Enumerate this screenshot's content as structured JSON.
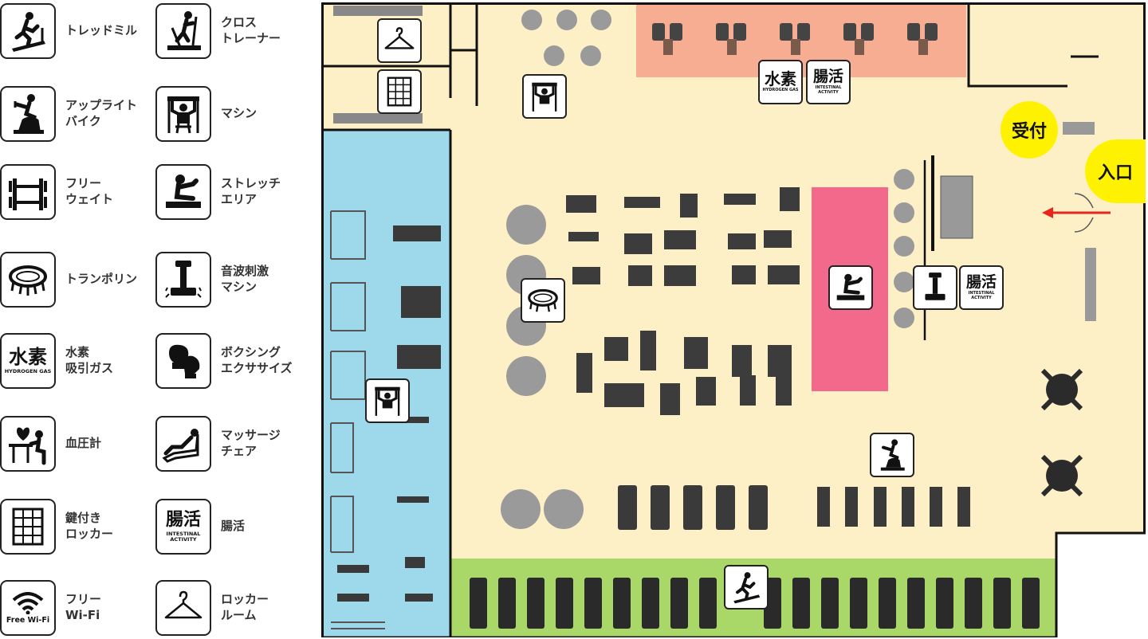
{
  "legend": {
    "items": [
      {
        "key": "treadmill",
        "label": "トレッドミル",
        "icon": "treadmill-icon"
      },
      {
        "key": "cross_trainer",
        "label": "クロス\nトレーナー",
        "icon": "cross-trainer-icon"
      },
      {
        "key": "upright_bike",
        "label": "アップライト\nバイク",
        "icon": "upright-bike-icon"
      },
      {
        "key": "machine",
        "label": "マシン",
        "icon": "machine-icon"
      },
      {
        "key": "free_weight",
        "label": "フリー\nウェイト",
        "icon": "dumbbell-icon"
      },
      {
        "key": "stretch_area",
        "label": "ストレッチ\nエリア",
        "icon": "stretch-icon"
      },
      {
        "key": "trampoline",
        "label": "トランポリン",
        "icon": "trampoline-icon"
      },
      {
        "key": "sonic_machine",
        "label": "音波刺激\nマシン",
        "icon": "vibration-machine-icon"
      },
      {
        "key": "hydrogen",
        "label": "水素\n吸引ガス",
        "icon": "hydrogen-gas-icon"
      },
      {
        "key": "boxing",
        "label": "ボクシング\nエクササイズ",
        "icon": "boxing-glove-icon"
      },
      {
        "key": "blood_pressure",
        "label": "血圧計",
        "icon": "blood-pressure-icon"
      },
      {
        "key": "massage",
        "label": "マッサージ\nチェア",
        "icon": "massage-chair-icon"
      },
      {
        "key": "locker",
        "label": "鍵付き\nロッカー",
        "icon": "locker-icon"
      },
      {
        "key": "intestinal",
        "label": "腸活",
        "icon": "intestinal-activity-icon"
      },
      {
        "key": "wifi",
        "label": "フリー\nWi-Fi",
        "icon": "wifi-icon"
      },
      {
        "key": "locker_room",
        "label": "ロッカー\nルーム",
        "icon": "hanger-icon"
      }
    ],
    "hydrogen_kanji": "水素",
    "hydrogen_sub": "HYDROGEN GAS",
    "intestinal_kanji": "腸活",
    "intestinal_sub": "INTESTINAL\nACTIVITY",
    "wifi_text": "Free Wi-Fi"
  },
  "floor": {
    "reception": "受付",
    "entrance": "入口",
    "hydrogen_kanji": "水素",
    "hydrogen_sub": "HYDROGEN GAS",
    "intestinal_kanji": "腸活",
    "intestinal_sub": "INTESTINAL\nACTIVITY"
  },
  "colors": {
    "floor": "#fdf0c6",
    "free_weight_zone": "#9dd9ea",
    "stretch_zone": "#f2698c",
    "massage_zone": "#f6ad92",
    "treadmill_zone": "#a9d868",
    "badge": "#fff200",
    "entry_arrow": "#e8241c"
  }
}
